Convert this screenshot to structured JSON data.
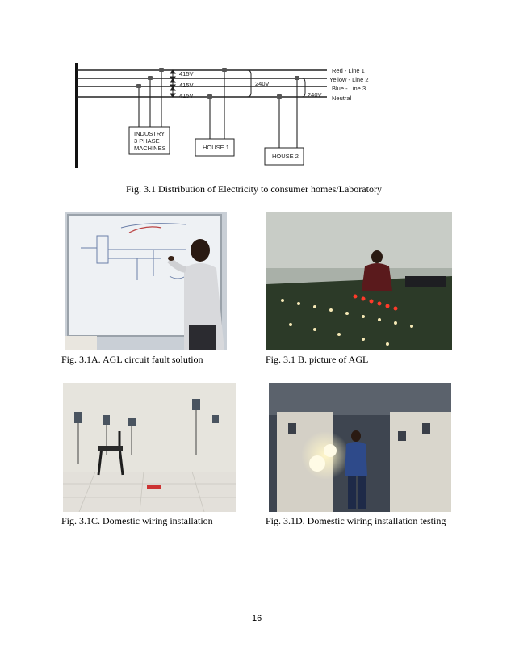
{
  "diagram": {
    "lines": [
      "Red - Line 1",
      "Yellow - Line 2",
      "Blue - Line 3",
      "Neutral"
    ],
    "voltages": [
      "415V",
      "415V",
      "415V",
      "240V",
      "240V"
    ],
    "boxes": {
      "industry": [
        "INDUSTRY",
        "3 PHASE",
        "MACHINES"
      ],
      "house1": "HOUSE 1",
      "house2": "HOUSE 2"
    }
  },
  "captions": {
    "fig31": "Fig.  3.1 Distribution  of  Electricity  to  consumer  homes/Laboratory",
    "fig31a": "Fig.  3.1A.   AGL  circuit  fault   solution",
    "fig31b": "Fig.  3.1 B.  picture  of  AGL",
    "fig31c": "Fig.  3.1C.   Domestic  wiring  installation",
    "fig31d": "Fig.  3.1D. Domestic  wiring  installation  testing"
  },
  "page_number": "16"
}
